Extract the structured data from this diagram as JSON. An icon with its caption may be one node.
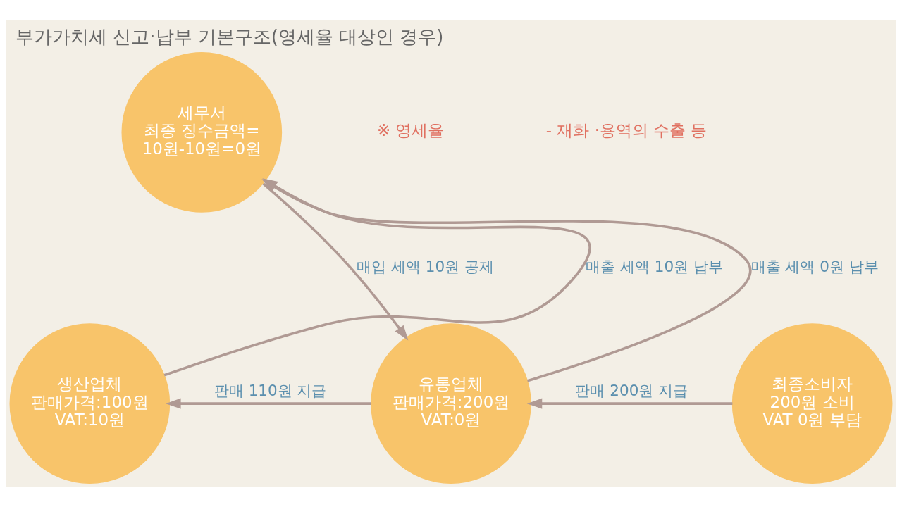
{
  "diagram": {
    "title": "부가가치세 신고·납부 기본구조(영세율 대상인 경우)",
    "nodes": [
      {
        "text": [
          "세무서",
          "최종 징수금액=",
          "10원-10원=0원"
        ]
      },
      {
        "text": [
          "생산업체",
          "판매가격:100원",
          "VAT:10원"
        ]
      },
      {
        "text": [
          "유통업체",
          "판매가격:200원",
          "VAT:0원"
        ]
      },
      {
        "text": [
          "최종소비자",
          "200원 소비",
          "VAT 0원 부담"
        ]
      }
    ],
    "edges": [
      {
        "from": 1,
        "to": 0,
        "arrow": "to",
        "label": "매출 세액 10원 납부"
      },
      {
        "from": 0,
        "to": 2,
        "arrow": "to",
        "label": "매입 세액 10원 공제"
      },
      {
        "from": 2,
        "to": 0,
        "arrow": "to",
        "label": "매출 세액 0원 납부"
      },
      {
        "from": 2,
        "to": 1,
        "arrow": "to",
        "label": "판매 110원 지급"
      },
      {
        "from": 3,
        "to": 2,
        "arrow": "to",
        "label": "판매 200원 지급"
      }
    ],
    "labels": [
      "※ 영세율",
      "- 재화 ·용역의 수출 등"
    ]
  }
}
